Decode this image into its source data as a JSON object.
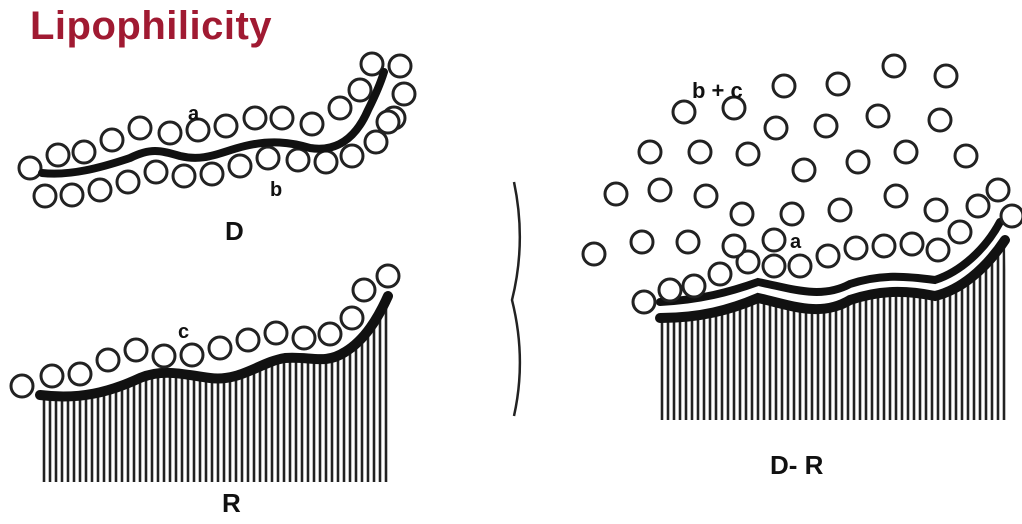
{
  "title": "Lipophilicity",
  "title_color": "#a01a32",
  "labels": {
    "a_drug": "a",
    "b_drug": "b",
    "drug": "D",
    "c_receptor": "c",
    "receptor": "R",
    "bc_complex": "b + c",
    "a_complex": "a",
    "complex": "D- R"
  }
}
